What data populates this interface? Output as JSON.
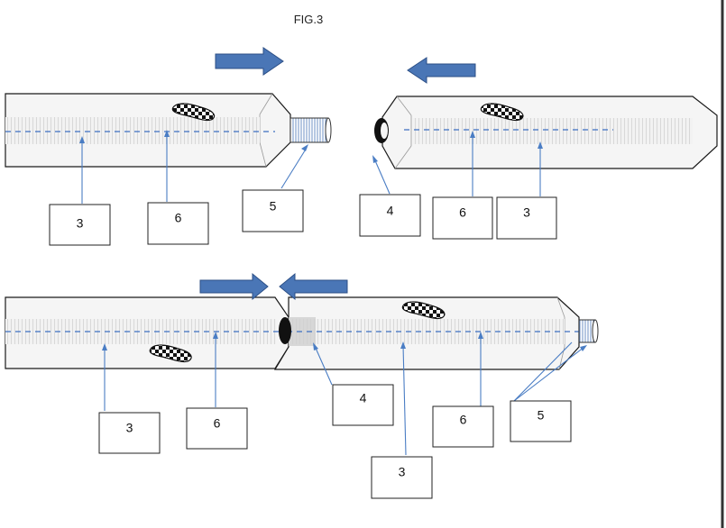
{
  "figure": {
    "title": "FIG.3"
  },
  "callouts": {
    "top_left": [
      "3",
      "6",
      "5"
    ],
    "top_right": [
      "4",
      "6",
      "3"
    ],
    "bottom_left": [
      "3",
      "6"
    ],
    "bottom_right": [
      "4",
      "3",
      "6",
      "5"
    ]
  },
  "colors": {
    "arrow_fill": "#4a76b6",
    "arrow_stroke": "#2c4f86",
    "leader_line": "#4a7dc4",
    "dashed_axis": "#3d6fc1",
    "tube_fill": "#f4f4f4",
    "tube_stroke": "#1a1a1a",
    "right_border": "#333333"
  },
  "icons": [
    "move-right-arrow-icon",
    "move-left-arrow-icon",
    "checkered-debris-icon",
    "threaded-end-icon",
    "socket-end-icon"
  ]
}
